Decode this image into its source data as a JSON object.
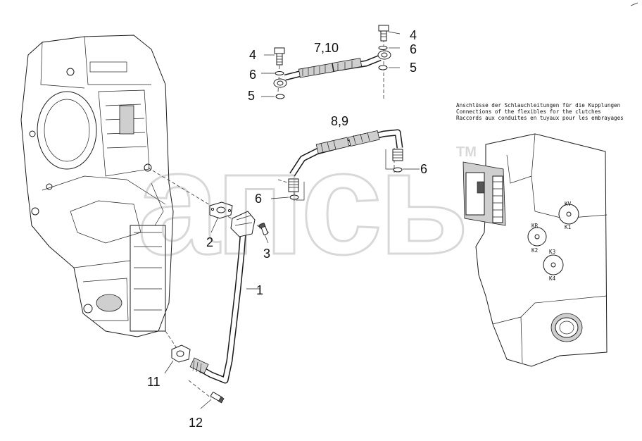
{
  "callouts": {
    "c1": "1",
    "c2": "2",
    "c3": "3",
    "c4a": "4",
    "c4b": "4",
    "c5a": "5",
    "c5b": "5",
    "c6a": "6",
    "c6b": "6",
    "c6c": "6",
    "c6d": "6",
    "c7_10": "7,10",
    "c8_9": "8,9",
    "c11": "11",
    "c12": "12"
  },
  "note": {
    "line1": "Anschlüsse der Schlauchleitungen für die Kupplungen",
    "line2": "Connections of the flexibles for the clutches",
    "line3": "Raccords aux conduites en tuyaux pour les embrayages"
  },
  "ports": {
    "kv": "KV",
    "k1": "K1",
    "kr": "KR",
    "k2": "K2",
    "k3": "K3",
    "k4": "K4"
  },
  "watermark": {
    "text": "aпсь",
    "tm": "TM"
  }
}
